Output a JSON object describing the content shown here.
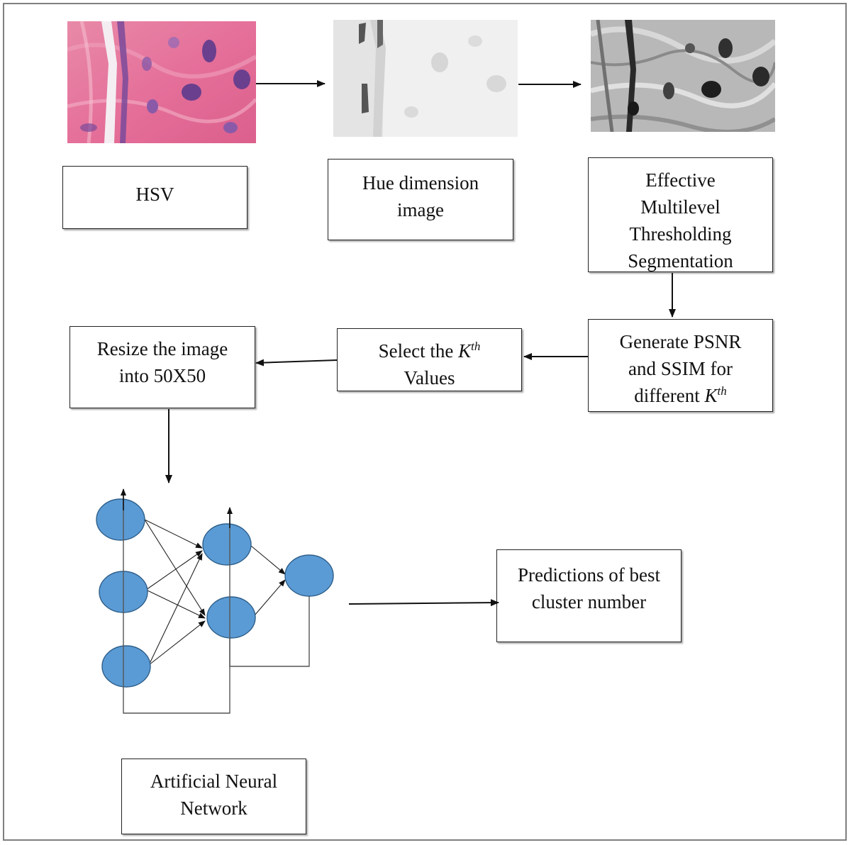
{
  "boxes": {
    "hsv": {
      "label": "HSV"
    },
    "hue": {
      "line1": "Hue dimension",
      "line2": "image"
    },
    "emts": {
      "line1": "Effective",
      "line2": "Multilevel",
      "line3": "Thresholding",
      "line4": "Segmentation"
    },
    "generate": {
      "line1": "Generate PSNR",
      "line2": "and SSIM for",
      "line3_prefix": "different ",
      "k": "K",
      "th": "th"
    },
    "select": {
      "line1_prefix": "Select the ",
      "k": "K",
      "th": "th",
      "line2": "Values"
    },
    "resize": {
      "line1": "Resize the image",
      "line2": "into 50X50"
    },
    "predictions": {
      "line1": "Predictions of best",
      "line2": "cluster number"
    },
    "ann": {
      "line1": "Artificial Neural",
      "line2": "Network"
    }
  },
  "colors": {
    "neuron_fill": "#5b9bd5",
    "neuron_stroke": "#2e5f8a",
    "he_pink": "#e5709a",
    "nucleus": "#6a3f8e"
  }
}
